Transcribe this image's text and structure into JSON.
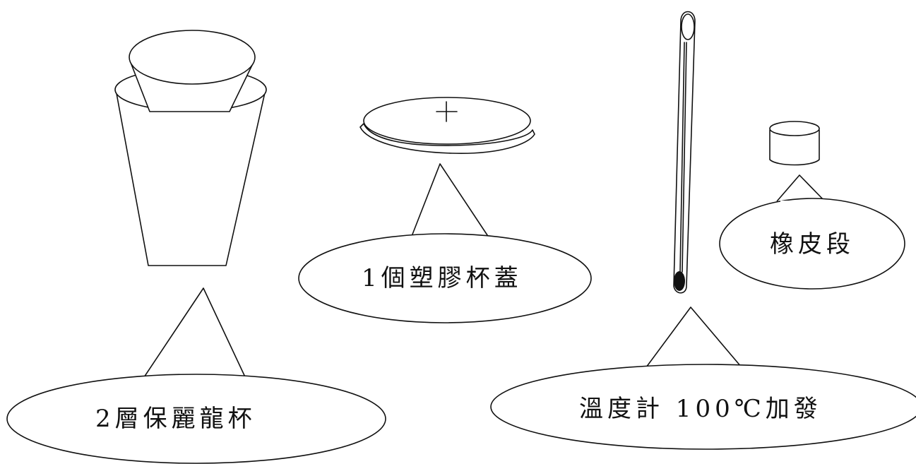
{
  "items": [
    {
      "id": "cup",
      "label": "2層保麗龍杯"
    },
    {
      "id": "lid",
      "label": "1個塑膠杯蓋"
    },
    {
      "id": "thermometer",
      "label": "溫度計 100℃加發"
    },
    {
      "id": "rubber",
      "label": "橡皮段"
    }
  ],
  "colors": {
    "ink": "#111111",
    "background": "#ffffff"
  }
}
